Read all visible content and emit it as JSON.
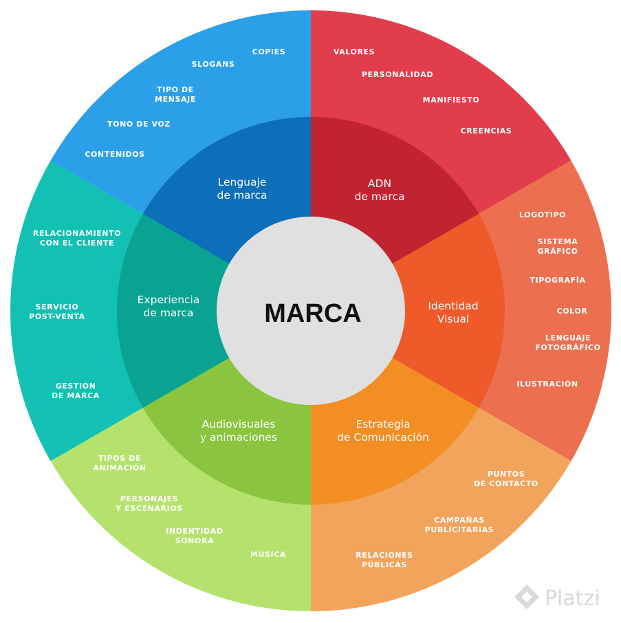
{
  "center": {
    "title": "MARCA",
    "color": "#e0e0e0"
  },
  "segments": [
    {
      "id": "adn",
      "color_outer": "#e23d4b",
      "color_inner": "#c12431",
      "title": [
        "ADN",
        "de marca"
      ],
      "items": [
        [
          "VALORES"
        ],
        [
          "PERSONALIDAD"
        ],
        [
          "MANIFIESTO"
        ],
        [
          "CREENCIAS"
        ]
      ]
    },
    {
      "id": "identidad",
      "color_outer": "#ec6f4f",
      "color_inner": "#ee5a2a",
      "title": [
        "Identidad",
        "Visual"
      ],
      "items": [
        [
          "LOGOTIPO"
        ],
        [
          "SISTEMA",
          "GRÁFICO"
        ],
        [
          "TIPOGRAFÍA"
        ],
        [
          "COLOR"
        ],
        [
          "LENGUAJE",
          "FOTOGRÁFICO"
        ],
        [
          "ILUSTRACIÓN"
        ]
      ]
    },
    {
      "id": "estrategia",
      "color_outer": "#f2a45d",
      "color_inner": "#f38e24",
      "title": [
        "Estrategia",
        "de Comunicación"
      ],
      "items": [
        [
          "PUNTOS",
          "DE CONTACTO"
        ],
        [
          "CAMPAÑAS",
          "PUBLICITARIAS"
        ],
        [
          "RELACIONES",
          "PÚBLICAS"
        ]
      ]
    },
    {
      "id": "audiovisuales",
      "color_outer": "#b5e26d",
      "color_inner": "#8bc43f",
      "title": [
        "Audiovisuales",
        "y animaciones"
      ],
      "items": [
        [
          "TIPOS DE",
          "ANIMACIÓN"
        ],
        [
          "PERSONAJES",
          "Y ESCENARIOS"
        ],
        [
          "INDENTIDAD",
          "SONORA"
        ],
        [
          "MÚSICA"
        ]
      ]
    },
    {
      "id": "experiencia",
      "color_outer": "#12c1b3",
      "color_inner": "#0aa391",
      "title": [
        "Experiencia",
        "de marca"
      ],
      "items": [
        [
          "RELACIONAMIENTO",
          "CON EL CLIENTE"
        ],
        [
          "SERVICIO",
          "POST-VENTA"
        ],
        [
          "GESTIÓN",
          "DE MARCA"
        ]
      ]
    },
    {
      "id": "lenguaje",
      "color_outer": "#2ba0e8",
      "color_inner": "#0d6eb9",
      "title": [
        "Lenguaje",
        "de marca"
      ],
      "items": [
        [
          "COPIES"
        ],
        [
          "SLOGANS"
        ],
        [
          "TIPO DE",
          "MENSAJE"
        ],
        [
          "TONO DE VOZ"
        ],
        [
          "CONTENIDOS"
        ]
      ]
    }
  ],
  "watermark": {
    "text": "Platzi",
    "color": "#d9d9d9"
  }
}
